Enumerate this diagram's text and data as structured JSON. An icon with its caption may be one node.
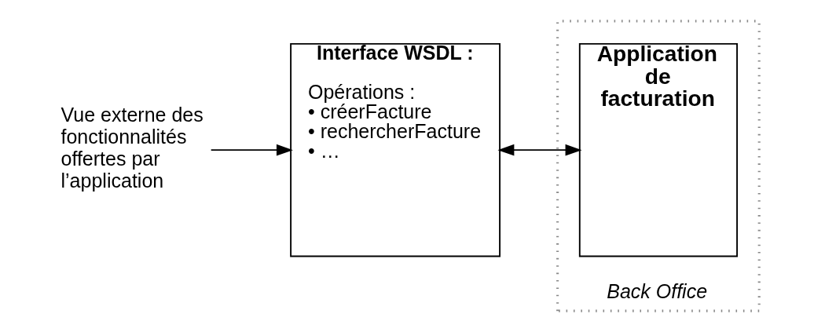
{
  "diagram": {
    "nodes": [
      {
        "text": [
          "Vue externe des fonctionnalités offertes par l’application"
        ]
      },
      {
        "text": [
          "Interface WSDL :",
          "Opérations :",
          "• créerFacture",
          "• rechercherFacture",
          "• …"
        ]
      },
      {
        "text": [
          "Back Office"
        ]
      },
      {
        "text": [
          "Application de facturation"
        ],
        "in": 2
      }
    ],
    "edges": [
      {
        "from": 0,
        "to": 1,
        "arrow": "to"
      },
      {
        "from": 1,
        "to": 3,
        "arrow": "both"
      }
    ]
  }
}
